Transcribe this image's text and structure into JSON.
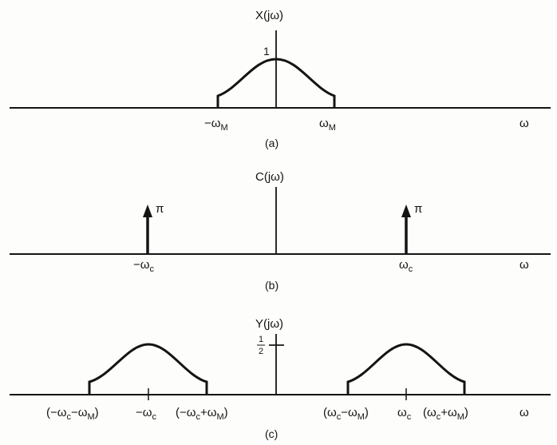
{
  "panel_a": {
    "y_label": "X(jω)",
    "peak_label": "1",
    "neg_edge_label": "−ω",
    "neg_edge_sub": "M",
    "pos_edge_label": "ω",
    "pos_edge_sub": "M",
    "x_label": "ω",
    "caption": "(a)"
  },
  "panel_b": {
    "y_label": "C(jω)",
    "neg_impulse_label": "−ω",
    "neg_impulse_sub": "c",
    "pos_impulse_label": "ω",
    "pos_impulse_sub": "c",
    "neg_impulse_area": "π",
    "pos_impulse_area": "π",
    "x_label": "ω",
    "caption": "(b)"
  },
  "panel_c": {
    "y_label": "Y(jω)",
    "half_num": "1",
    "half_den": "2",
    "neg_left_open": "(−ω",
    "neg_left_mid": "−ω",
    "neg_left_close": ")",
    "neg_center": "−ω",
    "neg_right_open": "(−ω",
    "neg_right_mid": "+ω",
    "neg_right_close": ")",
    "pos_left_open": "(ω",
    "pos_left_mid": "−ω",
    "pos_left_close": ")",
    "pos_center": "ω",
    "pos_right_open": "(ω",
    "pos_right_mid": "+ω",
    "pos_right_close": ")",
    "sub_c": "c",
    "sub_M": "M",
    "x_label": "ω",
    "caption": "(c)"
  }
}
